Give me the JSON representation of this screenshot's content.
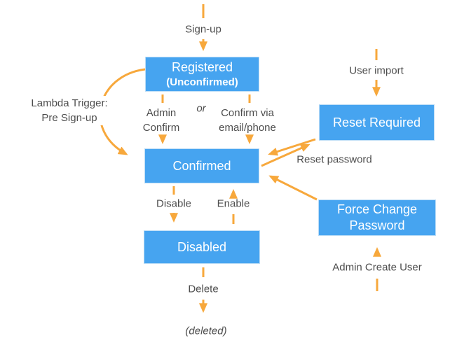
{
  "colors": {
    "box_fill": "#46A4F0",
    "box_border": "#BBDCF6",
    "box_text": "#FFFFFF",
    "arrow": "#F7A83C",
    "label_text": "#4D4D4D",
    "background": "#FFFFFF"
  },
  "states": {
    "registered": {
      "title": "Registered",
      "subtitle": "(Unconfirmed)"
    },
    "confirmed": {
      "title": "Confirmed"
    },
    "disabled": {
      "title": "Disabled"
    },
    "reset_required": {
      "title": "Reset Required"
    },
    "force_change_password": {
      "line1": "Force Change",
      "line2": "Password"
    }
  },
  "labels": {
    "sign_up": "Sign-up",
    "lambda_trigger": {
      "line1": "Lambda Trigger:",
      "line2": "Pre Sign-up"
    },
    "admin_confirm": {
      "line1": "Admin",
      "line2": "Confirm"
    },
    "or": "or",
    "confirm_via": {
      "line1": "Confirm via",
      "line2": "email/phone"
    },
    "user_import": "User import",
    "reset_password": "Reset password",
    "disable": "Disable",
    "enable": "Enable",
    "delete": "Delete",
    "deleted": "(deleted)",
    "admin_create_user": "Admin Create User"
  }
}
